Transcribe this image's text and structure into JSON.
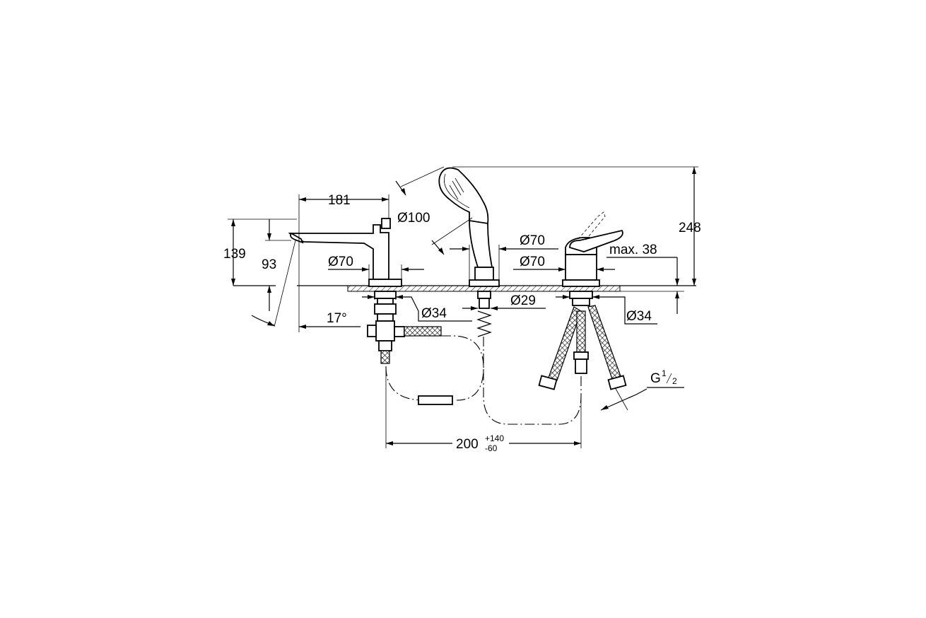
{
  "dimensions": {
    "width_spout": "181",
    "dia_handshower_head": "Ø100",
    "dia_spout_base": "Ø70",
    "height_139": "139",
    "height_93": "93",
    "angle": "17°",
    "dia_spout_hole": "Ø34",
    "dia_shower_base": "Ø70",
    "dia_mixer_base": "Ø70",
    "dia_shower_hole": "Ø29",
    "dia_mixer_hole": "Ø34",
    "max_deck": "max. 38",
    "height_total": "248",
    "thread": "G",
    "thread_num": "1",
    "thread_den": "2",
    "spacing": "200",
    "spacing_plus": "+140",
    "spacing_minus": "-60"
  }
}
